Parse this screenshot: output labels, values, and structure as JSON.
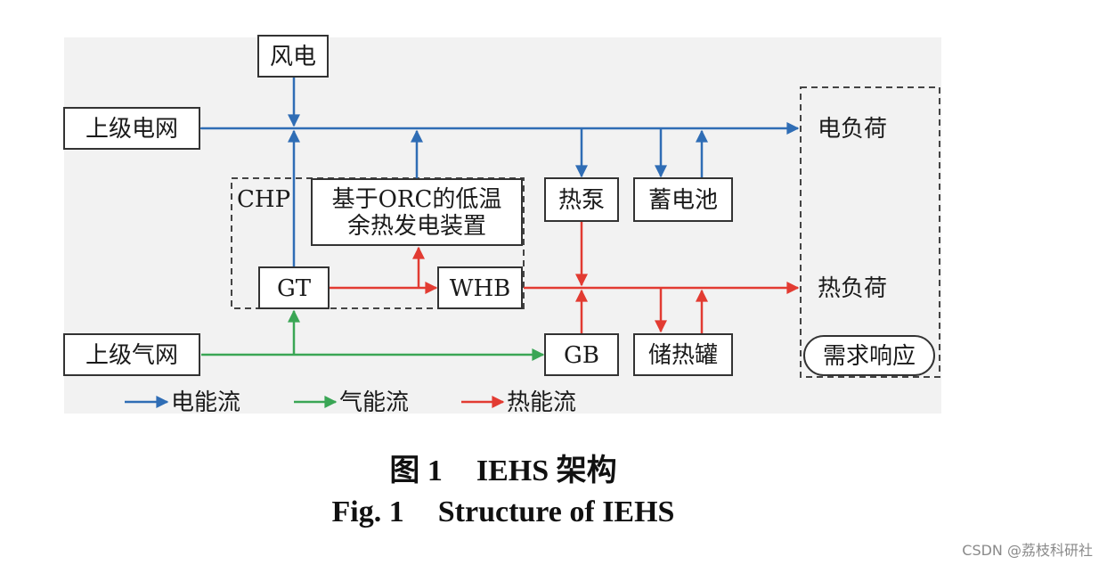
{
  "nodes": {
    "wind": "风电",
    "upper_grid": "上级电网",
    "elec_load": "电负荷",
    "chp": "CHP",
    "orc_line1": "基于ORC的低温",
    "orc_line2": "余热发电装置",
    "heat_pump": "热泵",
    "battery": "蓄电池",
    "gt": "GT",
    "whb": "WHB",
    "heat_load": "热负荷",
    "upper_gas": "上级气网",
    "gb": "GB",
    "heat_storage": "储热罐",
    "demand_response": "需求响应"
  },
  "legend": {
    "elec": "电能流",
    "gas": "气能流",
    "heat": "热能流"
  },
  "caption": {
    "cn_fig": "图 1",
    "cn_title": "IEHS 架构",
    "en_fig": "Fig. 1",
    "en_title": "Structure of IEHS"
  },
  "watermark": "CSDN @荔枝科研社",
  "colors": {
    "electric": "#2f6db5",
    "gas": "#3aa655",
    "heat": "#e23b32",
    "panel": "#f2f2f2"
  }
}
